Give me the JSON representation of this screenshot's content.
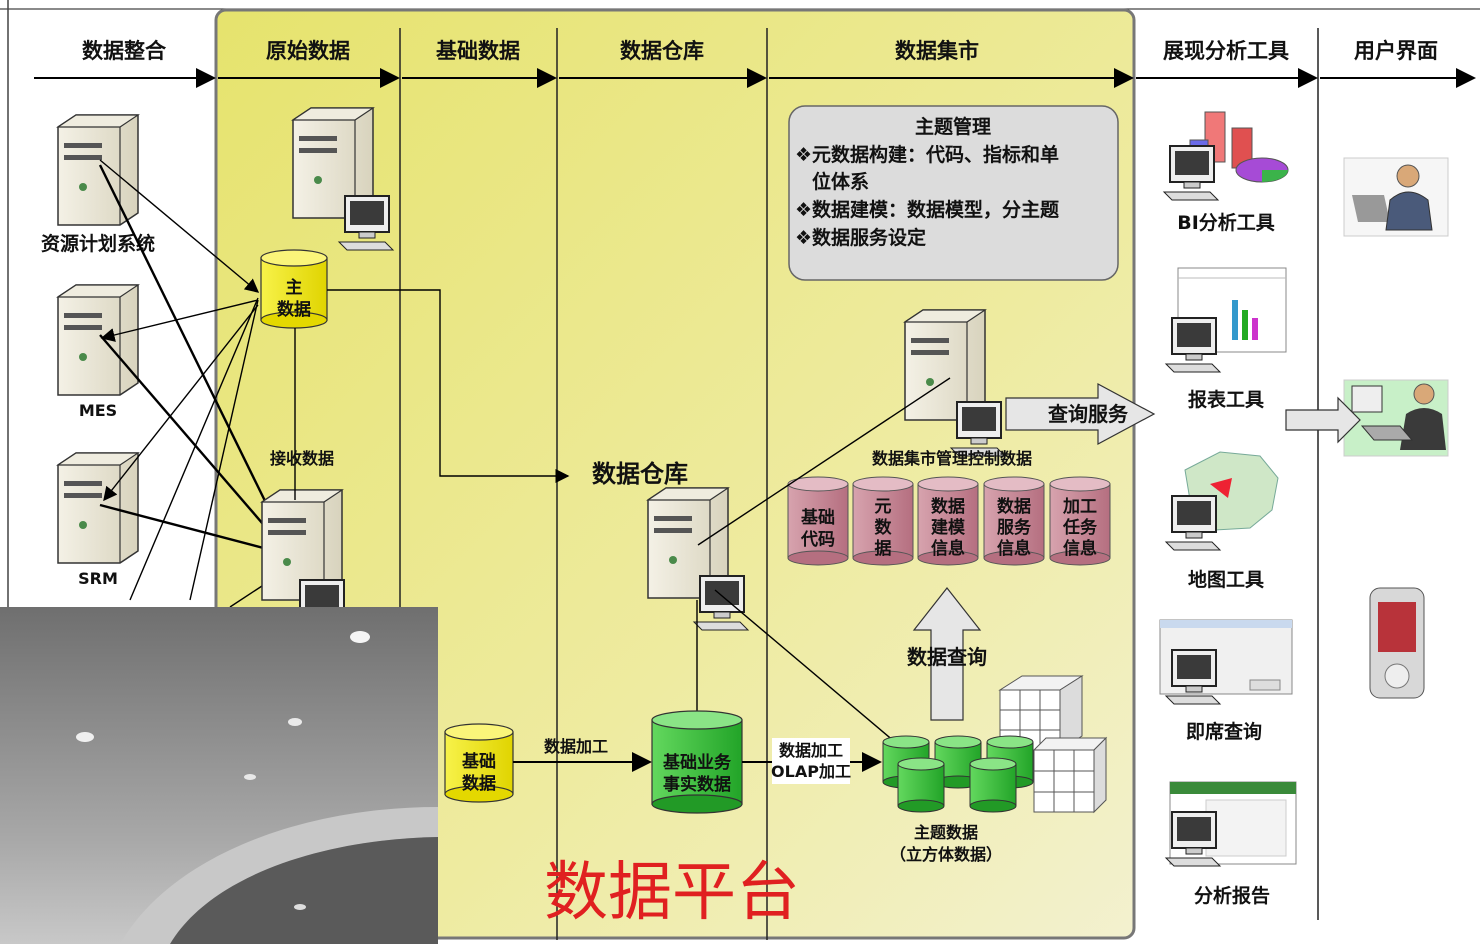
{
  "columns": [
    {
      "label": "数据整合"
    },
    {
      "label": "原始数据"
    },
    {
      "label": "基础数据"
    },
    {
      "label": "数据仓库"
    },
    {
      "label": "数据集市"
    },
    {
      "label": "展现分析工具"
    },
    {
      "label": "用户界面"
    }
  ],
  "sources": [
    {
      "label": "资源计划系统"
    },
    {
      "label": "MES"
    },
    {
      "label": "SRM"
    }
  ],
  "master_data": {
    "line1": "主",
    "line2": "数据"
  },
  "receive_label": "接收数据",
  "warehouse_label": "数据仓库",
  "topic_box": {
    "title": "主题管理",
    "items": [
      "❖元数据构建：代码、指标和单",
      "位体系",
      "❖数据建模：数据模型，分主题",
      "❖数据服务设定"
    ]
  },
  "query_service": "查询服务",
  "mart_control": "数据集市管理控制数据",
  "mart_cylinders": [
    {
      "lines": [
        "基础",
        "代码"
      ]
    },
    {
      "lines": [
        "元",
        "数",
        "据"
      ]
    },
    {
      "lines": [
        "数据",
        "建模",
        "信息"
      ]
    },
    {
      "lines": [
        "数据",
        "服务",
        "信息"
      ]
    },
    {
      "lines": [
        "加工",
        "任务",
        "信息"
      ]
    }
  ],
  "data_query": "数据查询",
  "base_data": {
    "line1": "基础",
    "line2": "数据"
  },
  "process_label": "数据加工",
  "fact_data": {
    "line1": "基础业务",
    "line2": "事实数据"
  },
  "olap_label": {
    "line1": "数据加工",
    "line2": "OLAP加工"
  },
  "topic_data": {
    "line1": "主题数据",
    "line2": "（立方体数据）"
  },
  "platform_label": "数据平台",
  "tools": [
    {
      "label": "BI分析工具"
    },
    {
      "label": "报表工具"
    },
    {
      "label": "地图工具"
    },
    {
      "label": "即席查询"
    },
    {
      "label": "分析报告"
    }
  ],
  "colors": {
    "panel": "#e9e57a",
    "yellow": "#f3ee2a",
    "pink": "#c98a99",
    "green": "#39c239",
    "red": "#e02020"
  }
}
